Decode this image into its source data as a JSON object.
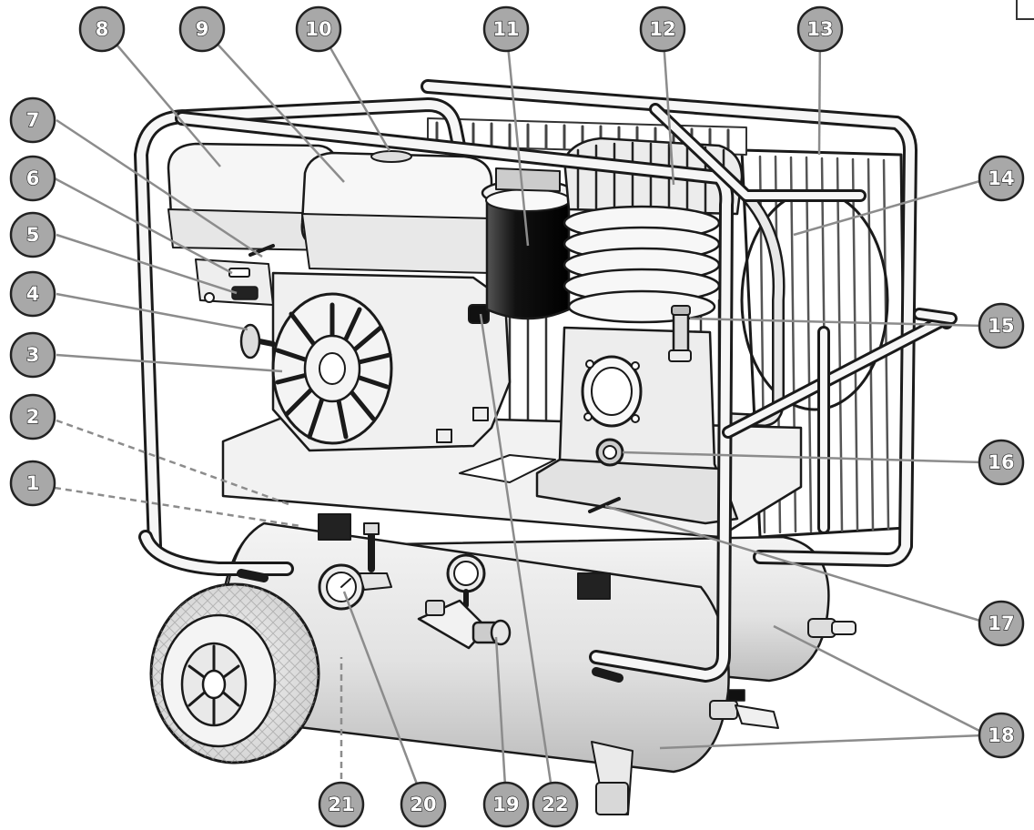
{
  "diagram": {
    "colors": {
      "callout_fill": "#a8a8a8",
      "callout_stroke": "#222222",
      "leader_line": "#8c8c8c",
      "outline": "#1a1a1a",
      "tank": "#e4e4e4",
      "fins": "#7a7a7a"
    },
    "callouts": [
      {
        "id": "1",
        "label": "1",
        "leader": "dashed"
      },
      {
        "id": "2",
        "label": "2",
        "leader": "dashed"
      },
      {
        "id": "3",
        "label": "3",
        "leader": "solid"
      },
      {
        "id": "4",
        "label": "4",
        "leader": "solid"
      },
      {
        "id": "5",
        "label": "5",
        "leader": "solid"
      },
      {
        "id": "6",
        "label": "6",
        "leader": "solid"
      },
      {
        "id": "7",
        "label": "7",
        "leader": "solid"
      },
      {
        "id": "8",
        "label": "8",
        "leader": "solid"
      },
      {
        "id": "9",
        "label": "9",
        "leader": "solid"
      },
      {
        "id": "10",
        "label": "10",
        "leader": "solid"
      },
      {
        "id": "11",
        "label": "11",
        "leader": "solid"
      },
      {
        "id": "12",
        "label": "12",
        "leader": "solid"
      },
      {
        "id": "13",
        "label": "13",
        "leader": "solid"
      },
      {
        "id": "14",
        "label": "14",
        "leader": "solid"
      },
      {
        "id": "15",
        "label": "15",
        "leader": "solid"
      },
      {
        "id": "16",
        "label": "16",
        "leader": "solid"
      },
      {
        "id": "17",
        "label": "17",
        "leader": "solid"
      },
      {
        "id": "18",
        "label": "18",
        "leader": "solid"
      },
      {
        "id": "19",
        "label": "19",
        "leader": "solid"
      },
      {
        "id": "20",
        "label": "20",
        "leader": "solid"
      },
      {
        "id": "21",
        "label": "21",
        "leader": "dashed"
      },
      {
        "id": "22",
        "label": "22",
        "leader": "solid"
      }
    ]
  }
}
